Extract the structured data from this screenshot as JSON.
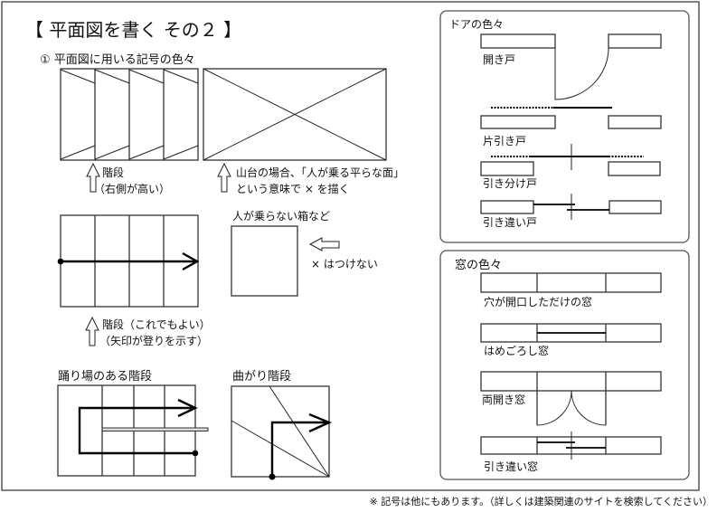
{
  "title": "【 平面図を書く その２ 】",
  "subtitle": "① 平面図に用いる記号の色々",
  "stairs": {
    "note1": "階段",
    "note2": "（右側が高い）",
    "alt_note1": "階段（これでもよい）",
    "alt_note2": "（矢印が登りを示す）",
    "landing_label": "踊り場のある階段",
    "curved_label": "曲がり階段"
  },
  "platform": {
    "note1": "山台の場合、「人が乗る平らな面」",
    "note2": "という意味で × を描く"
  },
  "box": {
    "label": "人が乗らない箱など",
    "note": "× はつけない"
  },
  "doors": {
    "heading": "ドアの色々",
    "items": [
      "開き戸",
      "片引き戸",
      "引き分け戸",
      "引き違い戸"
    ]
  },
  "windows": {
    "heading": "窓の色々",
    "items": [
      "穴が開口しただけの窓",
      "はめごろし窓",
      "両開き窓",
      "引き違い窓"
    ]
  },
  "footer": "※ 記号は他にもあります。（詳しくは建築関連のサイトを検索してください）"
}
